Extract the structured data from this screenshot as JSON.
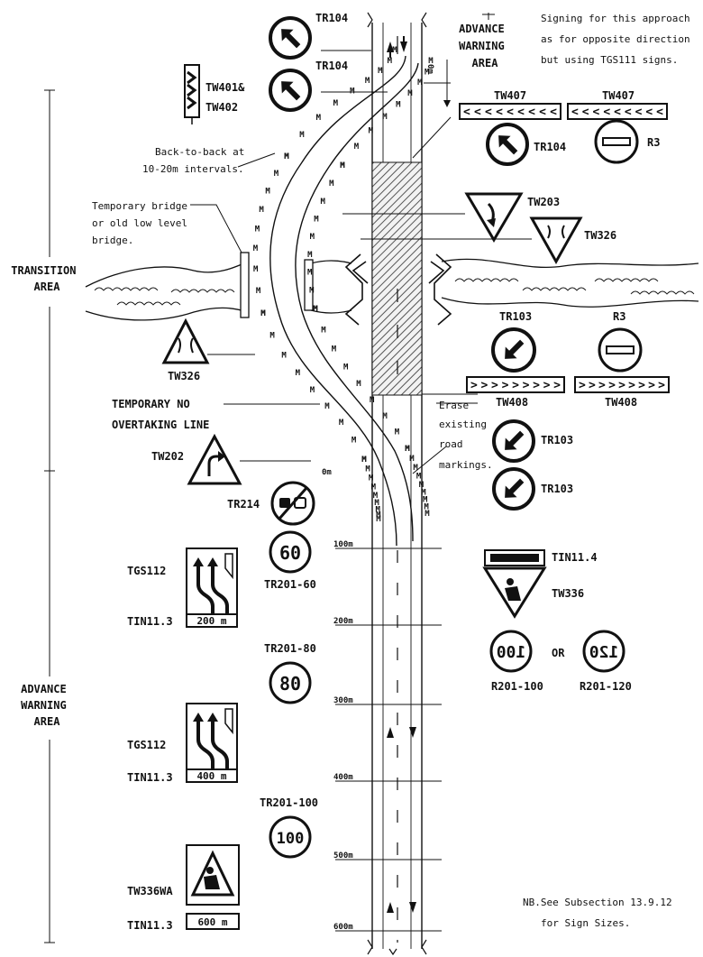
{
  "notes": {
    "top_line1": "Signing for this approach",
    "top_line2": "as for opposite direction",
    "top_line3": "but using TGS111 signs.",
    "bottom_line1": "NB.See Subsection 13.9.12",
    "bottom_line2": "for Sign Sizes.",
    "back_to_back_line1": "Back-to-back at",
    "back_to_back_line2": "10-20m intervals.",
    "bridge_line1": "Temporary bridge",
    "bridge_line2": "or old low level",
    "bridge_line3": "bridge.",
    "erase_line1": "Erase",
    "erase_line2": "existing",
    "erase_line3": "road",
    "erase_line4": "markings.",
    "no_overtaking_line1": "TEMPORARY NO",
    "no_overtaking_line2": "OVERTAKING LINE",
    "or_text": "OR"
  },
  "areas": {
    "advance_warning_top_line1": "ADVANCE",
    "advance_warning_top_line2": "WARNING",
    "advance_warning_top_line3": "AREA",
    "transition_line1": "TRANSITION",
    "transition_line2": "AREA",
    "advance_warning_line1": "ADVANCE",
    "advance_warning_line2": "WARNING",
    "advance_warning_line3": "AREA"
  },
  "distances": {
    "d0_top": "0m",
    "d0": "0m",
    "d100": "100m",
    "d200": "200m",
    "d300": "300m",
    "d400": "400m",
    "d500": "500m",
    "d600": "600m"
  },
  "signs": {
    "tr104_a": "TR104",
    "tr104_b": "TR104",
    "tr104_c": "TR104",
    "tw401": "TW401&",
    "tw402": "TW402",
    "tw407_a": "TW407",
    "tw407_b": "TW407",
    "r3_a": "R3",
    "r3_b": "R3",
    "tw203": "TW203",
    "tw326_a": "TW326",
    "tw326_b": "TW326",
    "tr103_a": "TR103",
    "tr103_b": "TR103",
    "tr103_c": "TR103",
    "tw408_a": "TW408",
    "tw408_b": "TW408",
    "tw202": "TW202",
    "tr214": "TR214",
    "tr201_60": "TR201-60",
    "tr201_80": "TR201-80",
    "tr201_100": "TR201-100",
    "tin11_4": "TIN11.4",
    "tw336": "TW336",
    "r201_100": "R201-100",
    "r201_120": "R201-120",
    "tgs112_a": "TGS112",
    "tgs112_b": "TGS112",
    "tin11_3_a": "TIN11.3",
    "tin11_3_b": "TIN11.3",
    "tin11_3_c": "TIN11.3",
    "tw336wa": "TW336WA"
  },
  "sign_faces": {
    "speed_60": "60",
    "speed_80": "80",
    "speed_100": "100",
    "speed_100_mirror": "100",
    "speed_120_mirror": "120",
    "plate_200": "200 m",
    "plate_400": "400 m",
    "plate_600": "600 m"
  },
  "icons": {
    "arrow": "arrow-icon",
    "no_entry": "no-entry-icon",
    "narrow_bridge": "narrow-bridge-icon",
    "chevron": "chevron-icon",
    "roadworks": "roadworks-icon"
  },
  "colors": {
    "ink": "#111111",
    "paper": "#ffffff"
  }
}
